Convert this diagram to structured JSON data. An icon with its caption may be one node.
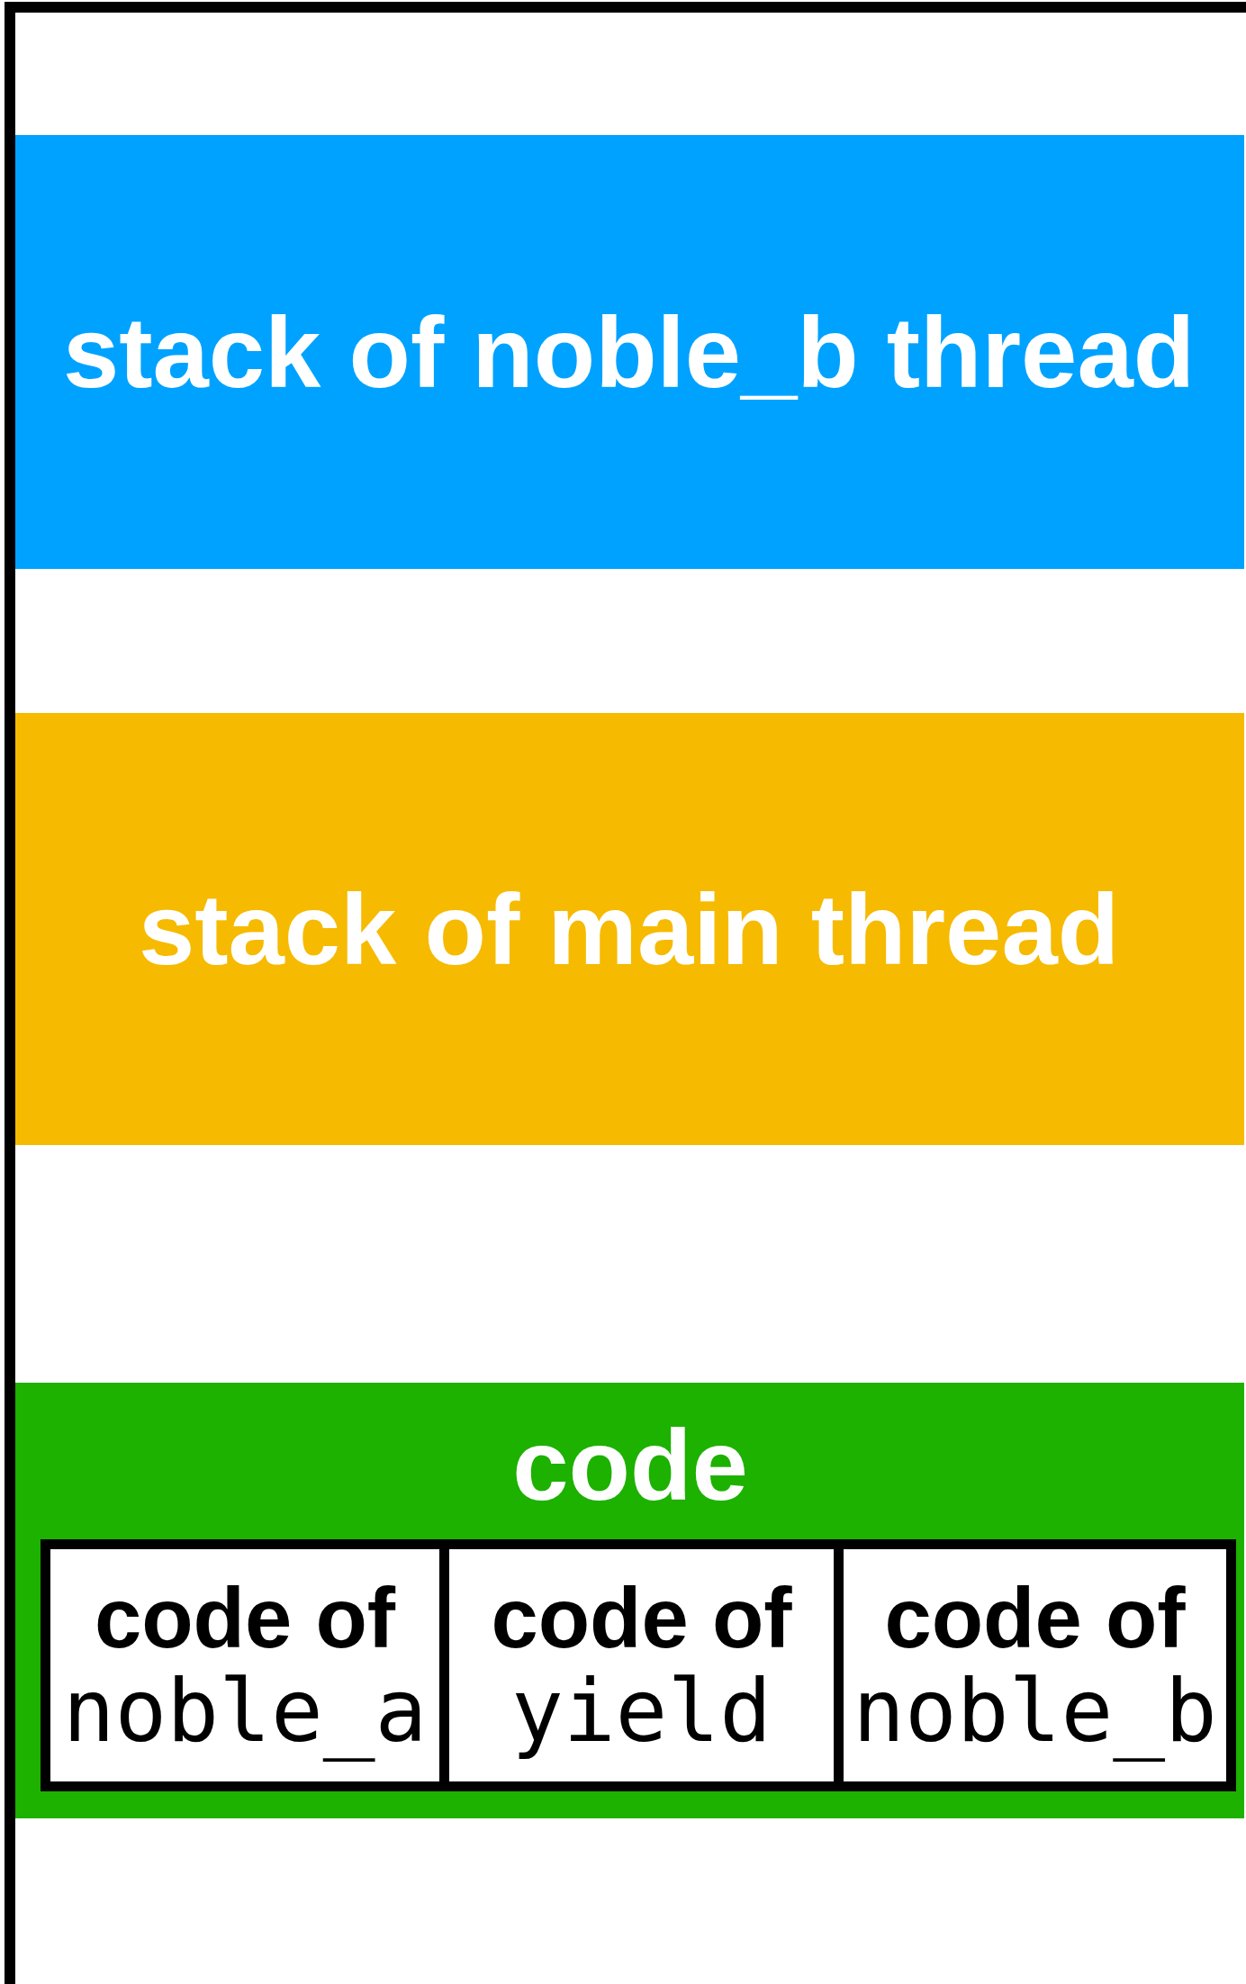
{
  "diagram": {
    "nodes": [
      {
        "text": [],
        "shape": "box"
      },
      {
        "text": [
          "stack of noble_b thread"
        ],
        "in": 0
      },
      {
        "text": [
          "stack of main thread"
        ],
        "in": 0
      },
      {
        "text": [
          "code"
        ],
        "in": 0
      },
      {
        "text": [
          "code of",
          "noble_a"
        ],
        "in": 3
      },
      {
        "text": [
          "code of",
          "yield"
        ],
        "in": 3
      },
      {
        "text": [
          "code of",
          "noble_b"
        ],
        "in": 3
      }
    ]
  }
}
